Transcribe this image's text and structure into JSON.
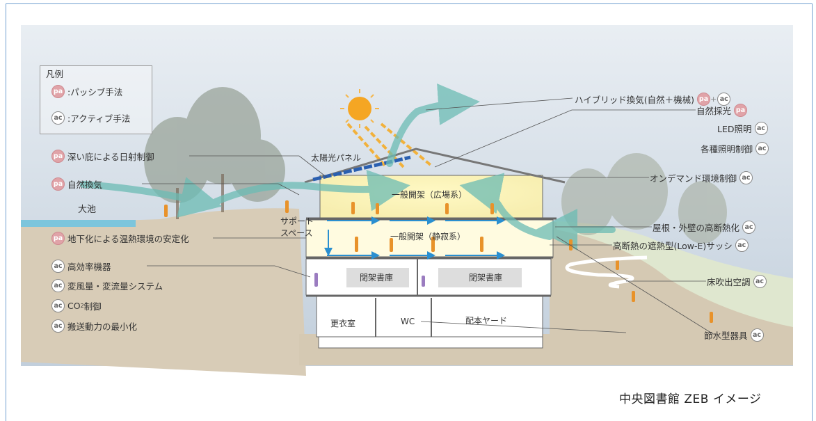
{
  "legend": {
    "title": "凡例",
    "items": [
      {
        "badge": "pa",
        "label": ":パッシブ手法"
      },
      {
        "badge": "ac",
        "label": ":アクティブ手法"
      }
    ]
  },
  "left_labels": [
    {
      "badge": "pa",
      "text": "深い庇による日射制御"
    },
    {
      "badge": "pa",
      "text": "自然換気"
    },
    {
      "badge": "pa",
      "text": "地下化による温熱環境の安定化"
    },
    {
      "badge": "ac",
      "text": "高効率機器"
    },
    {
      "badge": "ac",
      "text": "変風量・変流量システム"
    },
    {
      "badge": "ac",
      "text": "CO"
    },
    {
      "badge": "ac",
      "text": "搬送動力の最小化"
    }
  ],
  "co2_parts": {
    "sub": "2",
    "rest": "制御"
  },
  "right_labels": [
    {
      "text": "ハイブリッド換気(自然＋機械)",
      "badges": [
        "pa",
        "ac"
      ]
    },
    {
      "text": "自然採光",
      "badges": [
        "pa"
      ]
    },
    {
      "text": "LED照明",
      "badges": [
        "ac"
      ]
    },
    {
      "text": "各種照明制御",
      "badges": [
        "ac"
      ]
    },
    {
      "text": "オンデマンド環境制御",
      "badges": [
        "ac"
      ]
    },
    {
      "text": "屋根・外壁の高断熱化",
      "badges": [
        "ac"
      ]
    },
    {
      "text": "高断熱の遮熱型(Low-E)サッシ",
      "badges": [
        "ac"
      ]
    },
    {
      "text": "床吹出空調",
      "badges": [
        "ac"
      ]
    },
    {
      "text": "節水型器具",
      "badges": [
        "ac"
      ]
    }
  ],
  "badge_text": {
    "pa": "pa",
    "ac": "ac",
    "plus": "+"
  },
  "inner_labels": {
    "solar_panel": "太陽光パネル",
    "pond": "大池",
    "support_space_1": "サポート",
    "support_space_2": "スペース",
    "open_stack_plaza": "一般開架（広場系）",
    "open_stack_quiet": "一般開架（静寂系）",
    "closed_stack_1": "閉架書庫",
    "closed_stack_2": "閉架書庫",
    "locker_room": "更衣室",
    "wc": "WC",
    "book_yard": "配本ヤード"
  },
  "caption": "中央図書館 ZEB イメージ",
  "colors": {
    "frame": "#6f9fcf",
    "sky": "#c5d2df",
    "ground": "#d8ccb7",
    "wind": "#6cbcb4",
    "air_blue": "#2a8fd0",
    "sun": "#f5a623",
    "people": "#e8922a",
    "solar_panel": "#2a5fb0",
    "pond": "#7cc5dc",
    "pa_badge": "#e0a3a8"
  }
}
